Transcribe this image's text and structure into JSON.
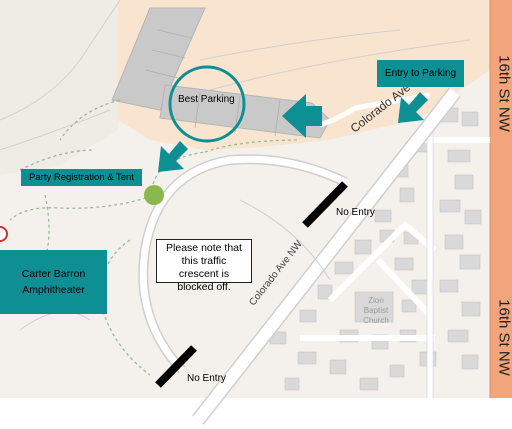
{
  "streets": {
    "sixteenth_top": "16th St NW",
    "sixteenth_bottom": "16th St NW",
    "colorado_upper": "Colorado Ave NW",
    "colorado_lower": "Colorado Ave NW"
  },
  "places": {
    "church": "Zion Baptist Church"
  },
  "labels": {
    "entry_to_parking": "Entry to Parking",
    "best_parking": "Best Parking",
    "party_registration": "Party Registration & Tent",
    "carter_barron": "Carter Barron Amphitheater",
    "no_entry_top": "No Entry",
    "no_entry_bottom": "No Entry",
    "note": "Please note that this traffic crescent is blocked off."
  },
  "colors": {
    "accent_teal": "#0e8f94",
    "registration_dot": "#8ab84a",
    "sixteenth_street": "#f2a57c",
    "parking_area": "#f8e4cf"
  },
  "icons": {
    "arrow": "down-left-arrow",
    "barrier": "road-block-bar"
  }
}
